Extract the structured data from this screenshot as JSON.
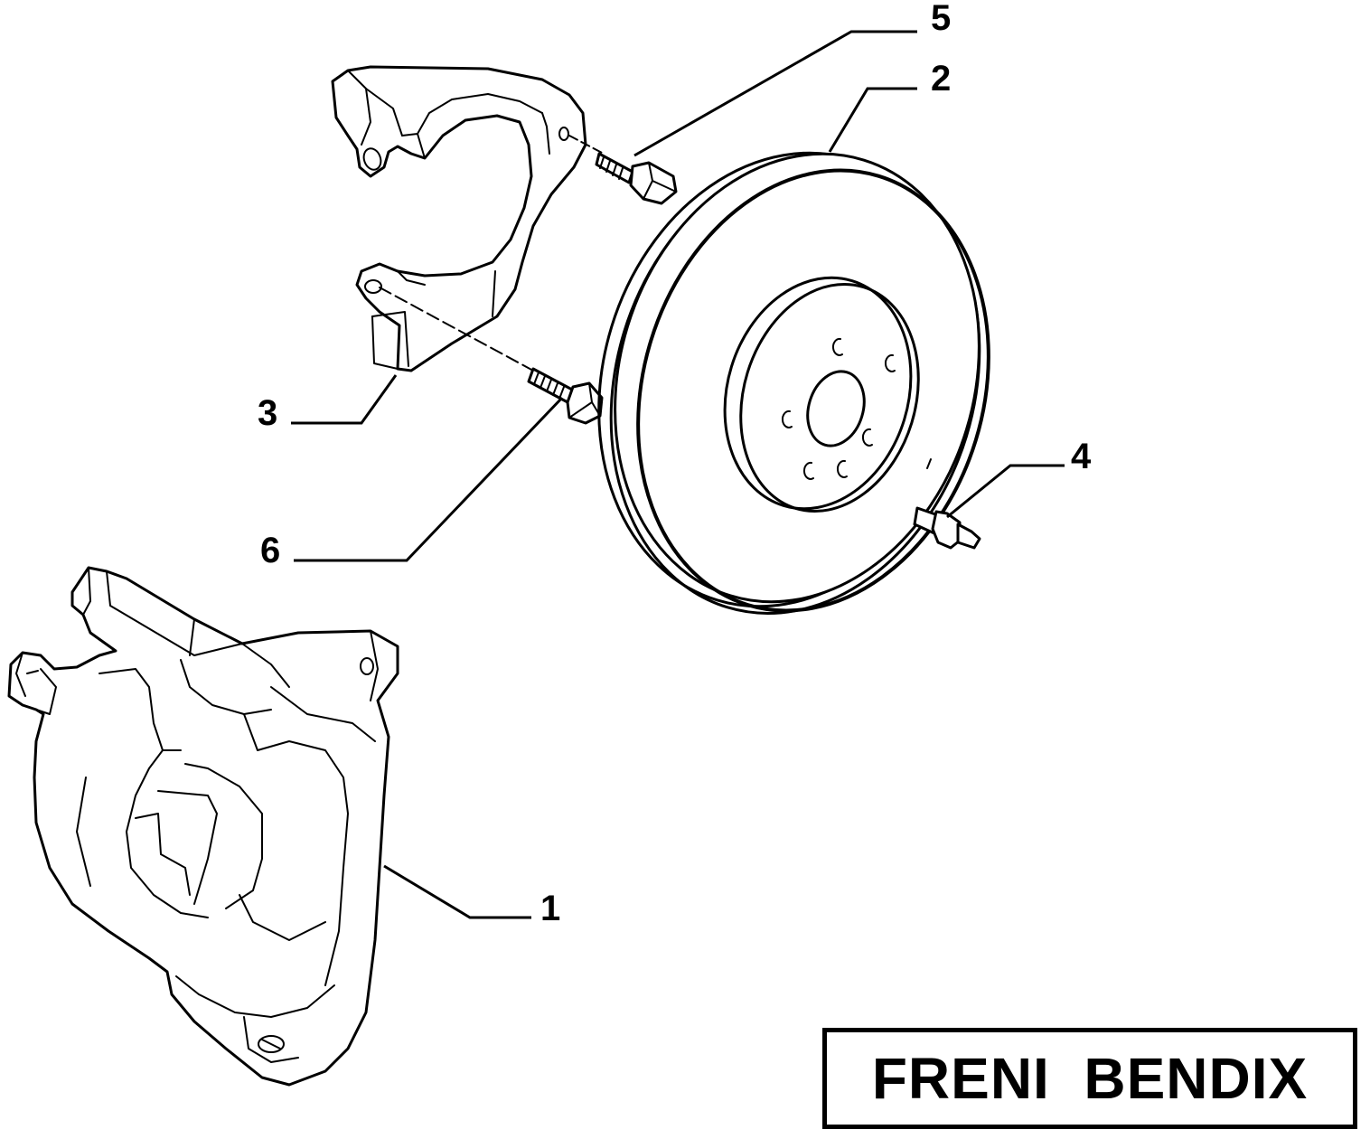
{
  "callouts": {
    "c1": "1",
    "c2": "2",
    "c3": "3",
    "c4": "4",
    "c5": "5",
    "c6": "6"
  },
  "brand": {
    "label": "FRENI  BENDIX"
  }
}
